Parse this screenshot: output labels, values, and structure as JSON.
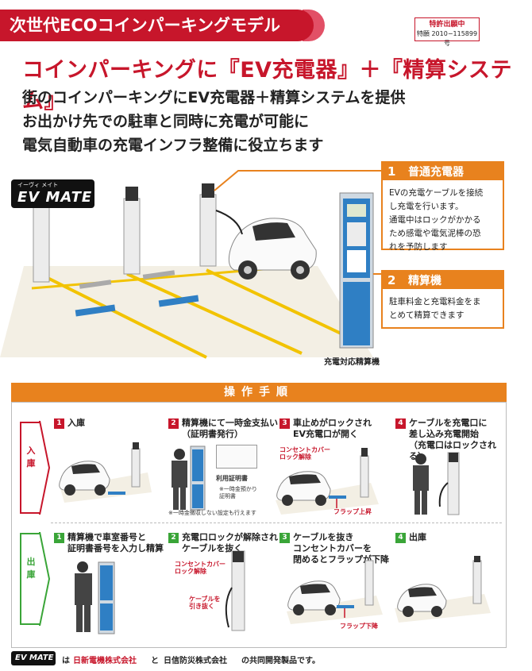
{
  "header": {
    "banner": "次世代ECOコインパーキングモデル",
    "patent_line1": "特許出願中",
    "patent_line2": "特願 2010−115899 号"
  },
  "headline": "コインパーキングに『EV充電器』＋『精算システム』",
  "lead": [
    "街のコインパーキングにEV充電器＋精算システムを提供",
    "お出かけ先での駐車と同時に充電が可能に",
    "電気自動車の充電インフラ整備に役立ちます"
  ],
  "logo": {
    "kana": "イーヴィ メイト",
    "name": "EV MATE"
  },
  "callouts": [
    {
      "num": "1",
      "title": "普通充電器",
      "lines": [
        "EVの充電ケーブルを接続",
        "し充電を行います。",
        "通電中はロックがかかる",
        "ため感電や電気泥棒の恐",
        "れを予防します"
      ]
    },
    {
      "num": "2",
      "title": "精算機",
      "lines": [
        "駐車料金と充電料金をま",
        "とめて精算できます"
      ]
    }
  ],
  "station_label": "充電対応精算機",
  "procedure": {
    "title": "操作手順",
    "entry_label": "入庫",
    "exit_label": "出庫",
    "entry_steps": [
      {
        "num": "1",
        "lines": [
          "入庫"
        ]
      },
      {
        "num": "2",
        "lines": [
          "精算機にて一時金支払い",
          "（証明書発行）"
        ]
      },
      {
        "num": "3",
        "lines": [
          "車止めがロックされ",
          "EV充電口が開く"
        ]
      },
      {
        "num": "4",
        "lines": [
          "ケーブルを充電口に",
          "差し込み充電開始",
          "（充電口はロックされる）"
        ]
      }
    ],
    "exit_steps": [
      {
        "num": "1",
        "lines": [
          "精算機で車室番号と",
          "証明書番号を入力し精算"
        ]
      },
      {
        "num": "2",
        "lines": [
          "充電口ロックが解除され",
          "ケーブルを抜く"
        ]
      },
      {
        "num": "3",
        "lines": [
          "ケーブルを抜き",
          "コンセントカバーを",
          "閉めるとフラップが下降"
        ]
      },
      {
        "num": "4",
        "lines": [
          "出庫"
        ]
      }
    ],
    "annotations": {
      "outlet_unlock": "コンセントカバー\nロック解除",
      "flap_up": "フラップ上昇",
      "flap_down": "フラップ下降",
      "cable_pull": "ケーブルを\n引き抜く",
      "certificate": "利用証明書",
      "cert_note": "※一時金預かり\n証明書",
      "deposit_note": "※一時金徴収しない設定も行えます"
    }
  },
  "footer": {
    "logo": "EV MATE",
    "text1": "は",
    "company1": "日新電機株式会社",
    "text2": "と",
    "company2": "日信防災株式会社",
    "text3": "の共同開発製品です。"
  },
  "colors": {
    "red": "#c7162b",
    "orange": "#e8821e",
    "green": "#3aa538",
    "blue": "#2f7fc4"
  }
}
